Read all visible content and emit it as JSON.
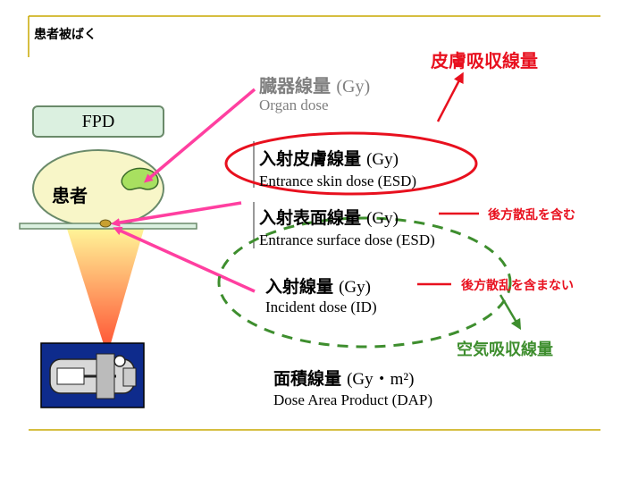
{
  "header": {
    "title": "患者被ばく"
  },
  "labels": {
    "fpd": "FPD",
    "patient": "患者",
    "organ_dose_jp": "臓器線量",
    "organ_dose_unit": "(Gy)",
    "organ_dose_en": "Organ dose",
    "skin_absorbed_dose": "皮膚吸収線量",
    "esd_jp": "入射皮膚線量",
    "esd_unit": "(Gy)",
    "esd_en": "Entrance skin dose (ESD)",
    "surface_jp": "入射表面線量",
    "surface_unit": "(Gy)",
    "surface_en": "Entrance surface dose (ESD)",
    "with_backscatter": "後方散乱を含む",
    "incident_jp": "入射線量",
    "incident_unit": "(Gy)",
    "incident_en": "Incident dose (ID)",
    "without_backscatter": "後方散乱を含まない",
    "air_absorbed_dose": "空気吸収線量",
    "dap_jp": "面積線量",
    "dap_unit": "(Gy・m²)",
    "dap_en": "Dose Area Product (DAP)"
  },
  "colors": {
    "accent_gold": "#c8a800",
    "red": "#e8101e",
    "pink_arrow": "#ff3fa0",
    "green": "#3e8e2e",
    "fpd_fill": "#dbf0e0",
    "patient_fill": "#f8f6c8",
    "organ_fill": "#a8e060"
  },
  "icons": [
    "x-ray-tube-icon",
    "organ-icon"
  ]
}
